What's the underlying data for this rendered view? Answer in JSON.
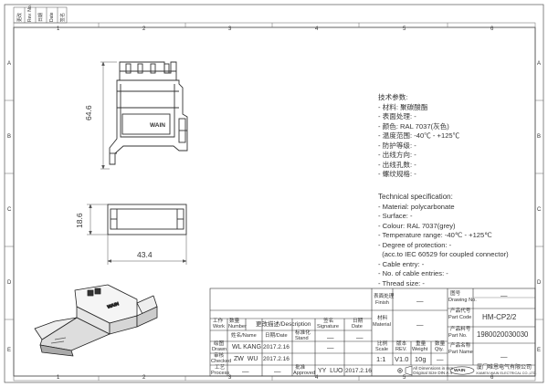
{
  "border": {
    "top_numbers": [
      "1",
      "2",
      "3",
      "4",
      "5",
      "6"
    ],
    "bottom_numbers": [
      "1",
      "2",
      "3",
      "4",
      "5",
      "6"
    ],
    "side_letters": [
      "A",
      "B",
      "C",
      "D",
      "E"
    ]
  },
  "revision_strip": [
    "更改",
    "Rev. No.",
    "日期",
    "Date",
    "签名"
  ],
  "dimensions": {
    "height_side": "64.6",
    "height_front": "18.6",
    "width_front": "43.4"
  },
  "part_logo_text": "WAIN",
  "spec_cn": {
    "title": "技术参数:",
    "lines": [
      "- 材料: 聚碳酸酯",
      "- 表面处理: -",
      "- 颜色: RAL 7037(灰色)",
      "- 温度范围: -40℃ - +125℃",
      "- 防护等级: -",
      "- 出线方向: -",
      "- 出线孔数: -",
      "- 螺纹规格: -"
    ]
  },
  "spec_en": {
    "title": "Technical specification:",
    "lines": [
      "- Material: polycarbonate",
      "- Surface: -",
      "- Colour: RAL 7037(grey)",
      "- Temperature range: -40℃ - +125℃",
      "- Degree of protection: -",
      "  (acc.to IEC 60529 for coupled connector)",
      "- Cable entry: -",
      "- No. of cable entries: -",
      "- Thread size: -"
    ]
  },
  "title_block": {
    "header": {
      "work_cn": "工作",
      "work_en": "Work",
      "number_cn": "数量",
      "number_en": "Number",
      "desc": "更改描述/Description",
      "sig_cn": "签名",
      "sig_en": "Signature",
      "date_cn": "日期",
      "date_en": "Date"
    },
    "finish_cn": "表面处理",
    "finish_en": "Finish",
    "finish_val": "—",
    "material_cn": "材料",
    "material_en": "Material",
    "material_val": "—",
    "scale_cn": "比例",
    "scale_en": "Scale",
    "scale_val": "1:1",
    "rev_cn": "版本",
    "rev_en": "REV.",
    "rev_val": "V1.0",
    "weight_cn": "重量",
    "weight_en": "Weight",
    "weight_val": "10g",
    "qty_cn": "数量",
    "qty_en": "Qty.",
    "qty_val": "—",
    "drawing_no_cn": "图号",
    "drawing_no_en": "Drawing No.",
    "drawing_no_val": "—",
    "part_code_cn": "产品代号",
    "part_code_en": "Part Code",
    "part_code_val": "HM-CP2/2",
    "part_no_cn": "产品料号",
    "part_no_en": "Part No.",
    "part_no_val": "1980020030030",
    "part_name_cn": "产品名称",
    "part_name_en": "Part Name",
    "part_name_val": "—",
    "name_cn": "姓名",
    "name_en": "/Name",
    "date2_cn": "日期",
    "date2_en": "/Date",
    "stand_cn": "标准化",
    "stand_en": "Stand",
    "approved_cn": "批准",
    "approved_en": "Approved",
    "drawn_cn": "绘图",
    "drawn_en": "Drawn",
    "drawn_name": "WL KANG",
    "drawn_date": "2017.2.16",
    "checked_cn": "审核",
    "checked_en": "Checked",
    "checked_name": "ZW  WU",
    "checked_date": "2017.2.16",
    "process_cn": "工艺",
    "process_en": "Process",
    "process_name": "—",
    "process_date": "—",
    "stand_name": "—",
    "stand_date": "—",
    "approved_name": "YY  LUO",
    "approved_date": "2017.2.16",
    "dim_note_1": "All Dimensions in mm",
    "dim_note_2": "Original Size DIN A 4",
    "company_logo": "WAIN",
    "company_cn": "厦门唯恩电气有限公司",
    "company_en": "XIAMEN WAIN ELECTRICAL CO.,LTD."
  }
}
